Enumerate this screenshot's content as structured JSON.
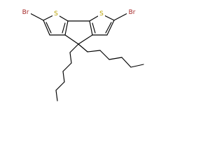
{
  "molecule": {
    "atoms": {
      "br_left": "Br",
      "s_left": "S",
      "s_right": "S",
      "br_right": "Br"
    },
    "colors": {
      "bromine": "#a52a2a",
      "sulfur": "#b8a000",
      "bond": "#000000",
      "background": "#ffffff"
    }
  }
}
